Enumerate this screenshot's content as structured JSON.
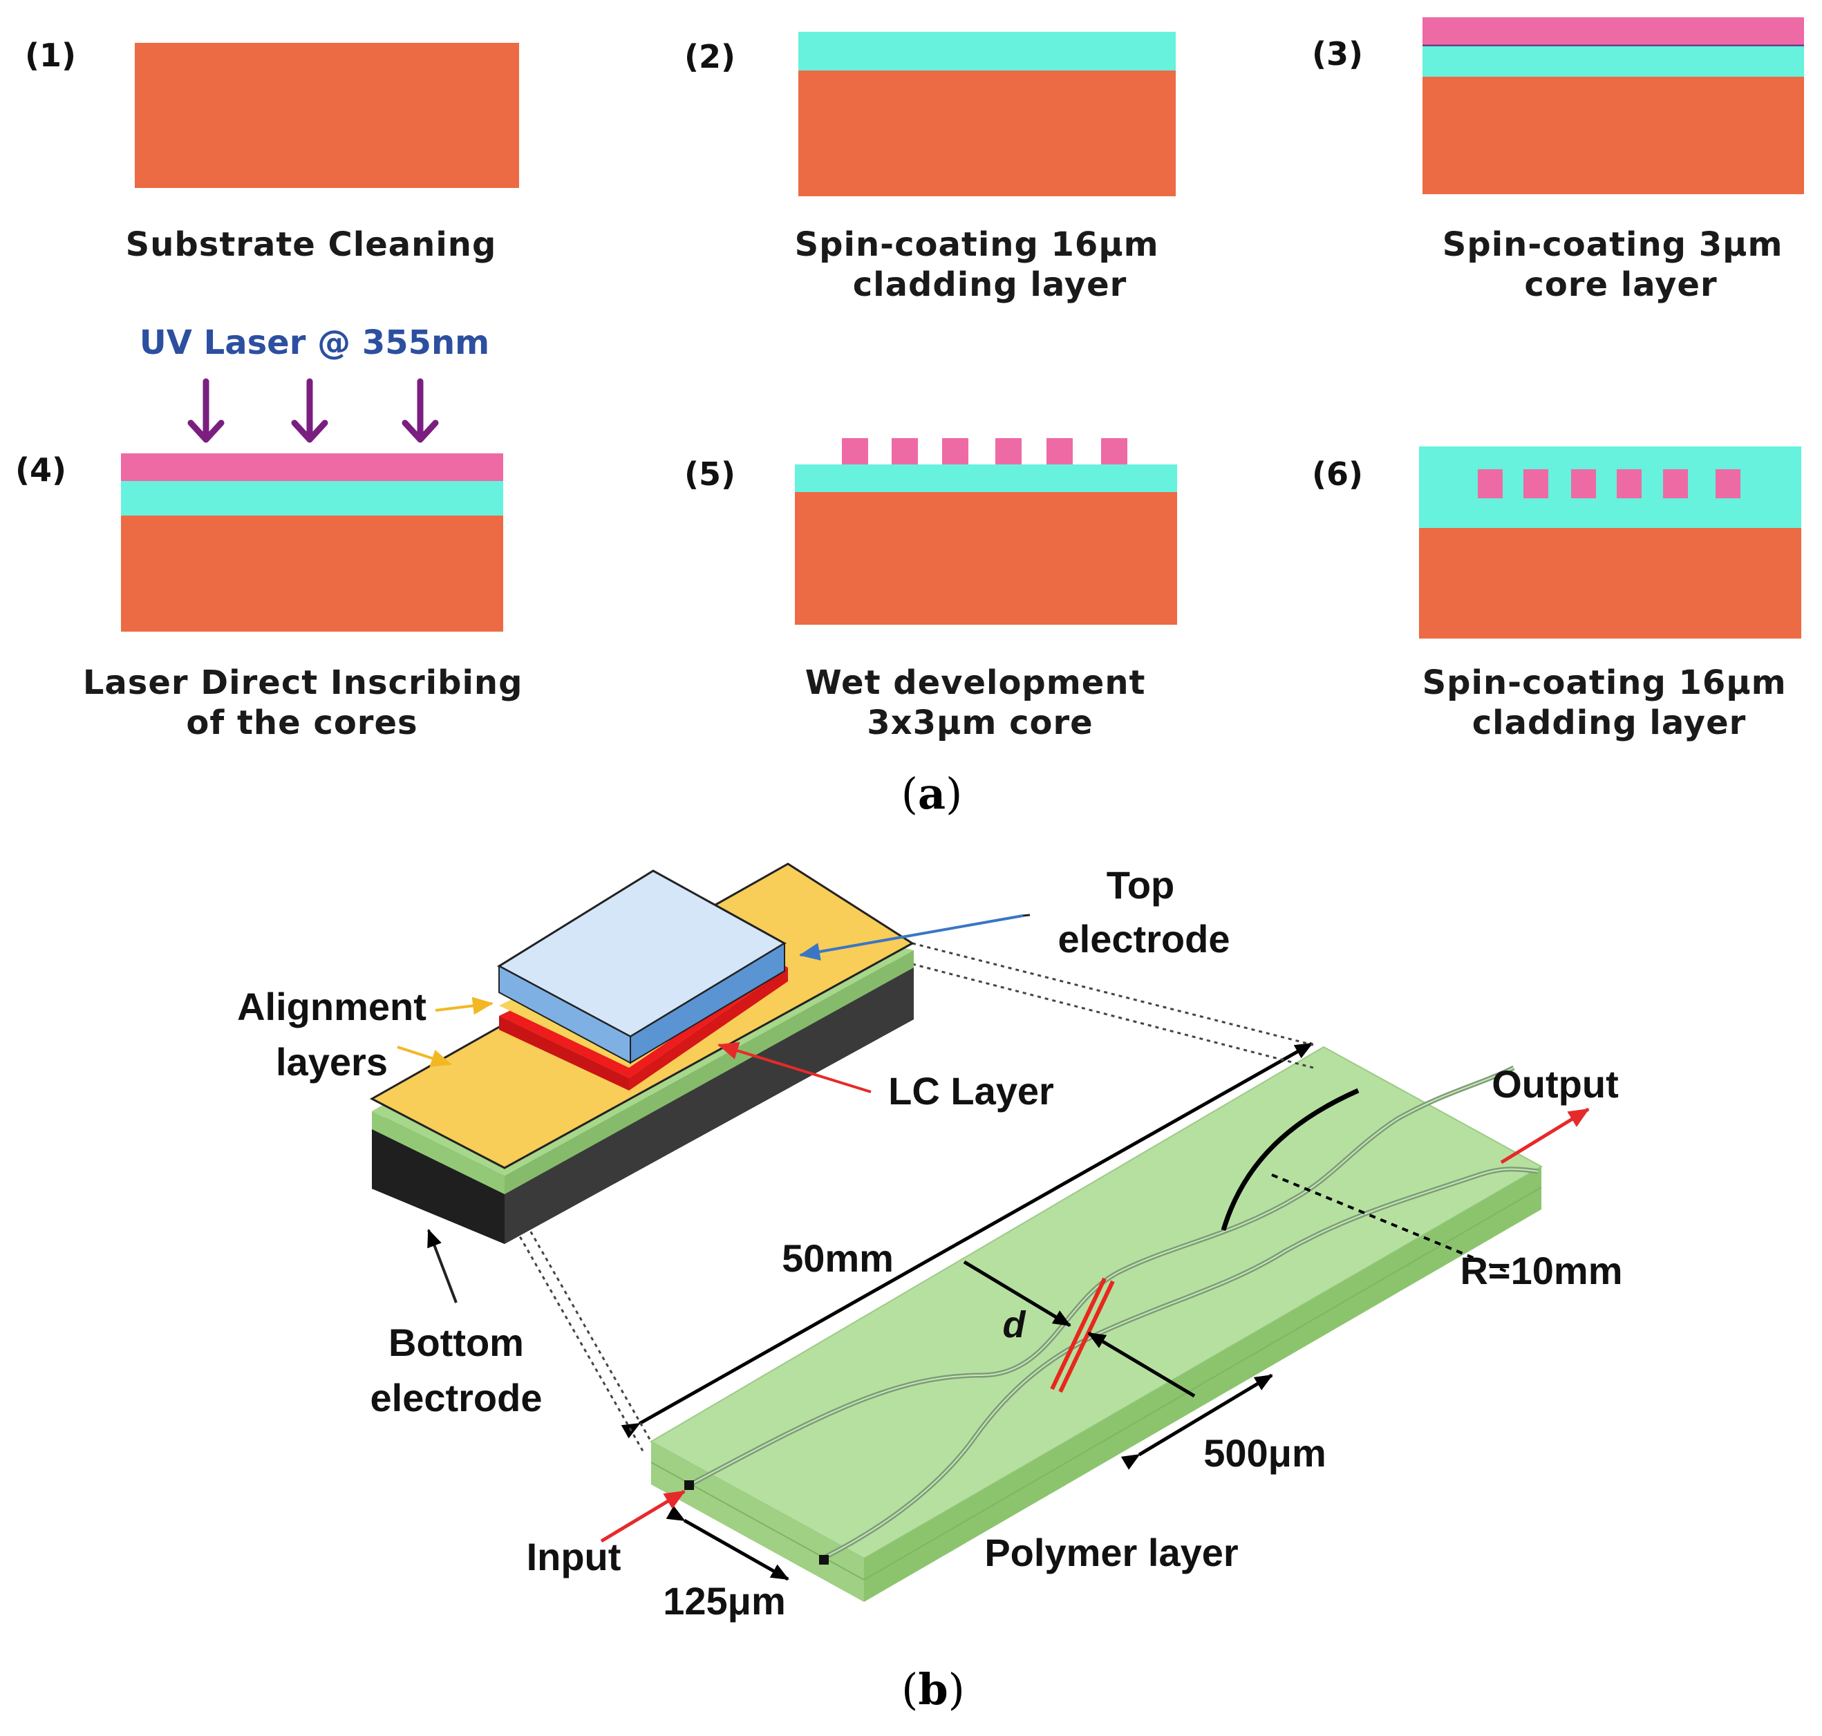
{
  "colors": {
    "substrate": "#ec6b45",
    "cladding": "#66f2dc",
    "core": "#ee6aa5",
    "uv_arrow": "#7a1f7f",
    "uv_text": "#2c4fa0",
    "polymer_green": "#a6d78a",
    "electrode_yellow": "#f8cd58",
    "lc_red": "#ee1c1c",
    "top_electrode_blue": "#cfe2f7",
    "bottom_electrode_black": "#2e2e2e"
  },
  "panel_a": {
    "label_open": "(",
    "label_letter": "a",
    "label_close": ")",
    "uv_label": "UV Laser @ 355nm",
    "steps": [
      {
        "number": "(1)",
        "caption_lines": [
          "Substrate Cleaning"
        ]
      },
      {
        "number": "(2)",
        "caption_lines": [
          "Spin-coating 16μm",
          "cladding layer"
        ]
      },
      {
        "number": "(3)",
        "caption_lines": [
          "Spin-coating 3μm",
          "core layer"
        ]
      },
      {
        "number": "(4)",
        "caption_lines": [
          "Laser Direct Inscribing",
          "of the cores"
        ]
      },
      {
        "number": "(5)",
        "caption_lines": [
          "Wet development",
          "3x3μm core"
        ]
      },
      {
        "number": "(6)",
        "caption_lines": [
          "Spin-coating 16μm",
          "cladding layer"
        ]
      }
    ]
  },
  "panel_b": {
    "label_open": "(",
    "label_letter": "b",
    "label_close": ")",
    "labels": {
      "top_electrode_1": "Top",
      "top_electrode_2": "electrode",
      "alignment_1": "Alignment",
      "alignment_2": "layers",
      "lc_layer": "LC Layer",
      "bottom_electrode_1": "Bottom",
      "bottom_electrode_2": "electrode",
      "length": "50mm",
      "gap": "d",
      "coupling_length": "500μm",
      "radius": "R=10mm",
      "output": "Output",
      "input": "Input",
      "pitch": "125μm",
      "polymer_layer": "Polymer layer"
    }
  }
}
